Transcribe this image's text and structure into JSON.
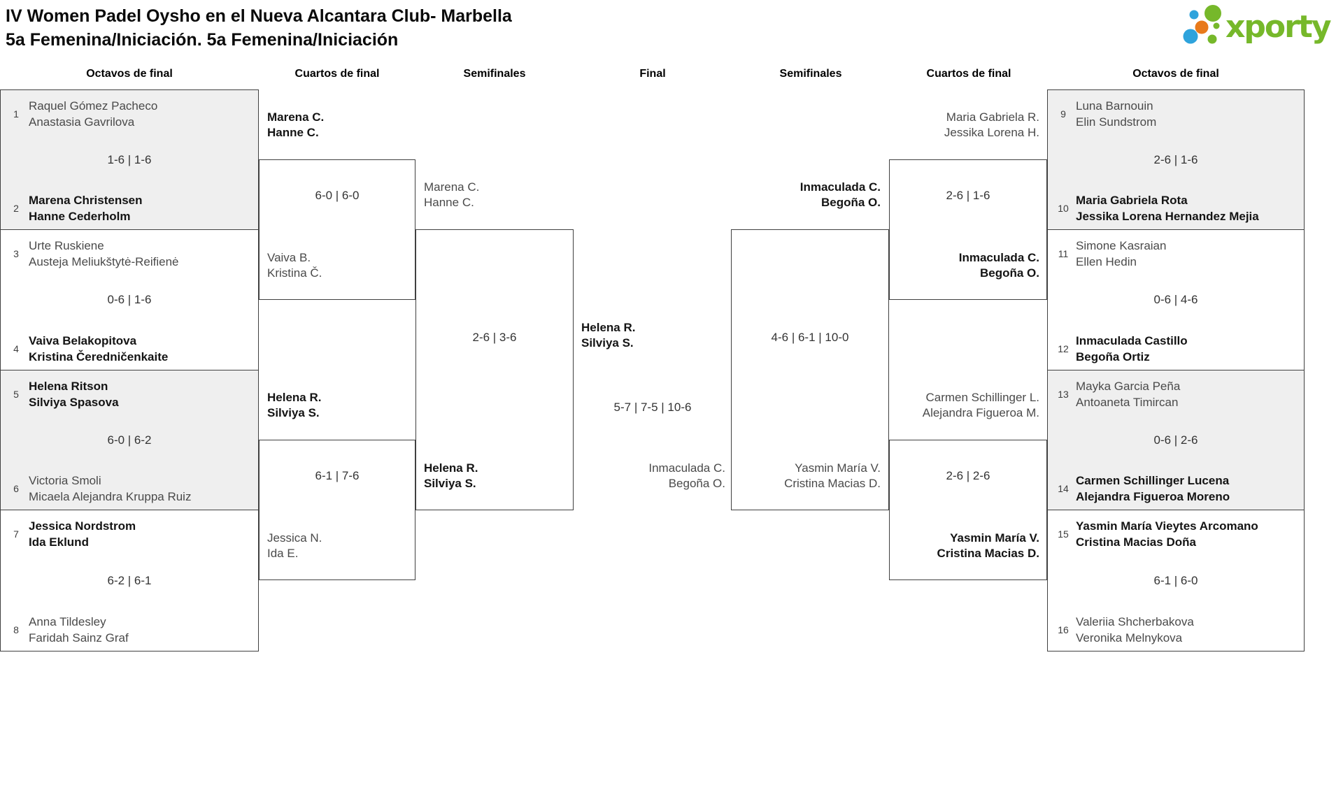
{
  "title": {
    "line1": "IV Women Padel Oysho en el Nueva Alcantara Club- Marbella",
    "line2": "5a Femenina/Iniciación. 5a Femenina/Iniciación"
  },
  "logo": {
    "text": "xporty"
  },
  "colors": {
    "green": "#76b82a",
    "blue": "#2ea3dc",
    "orange": "#e87a1b"
  },
  "round_headers": {
    "octavos_left": "Octavos de final",
    "cuartos_left": "Cuartos de final",
    "semi_left": "Semifinales",
    "final": "Final",
    "semi_right": "Semifinales",
    "cuartos_right": "Cuartos de final",
    "octavos_right": "Octavos de final"
  },
  "octavos_left": [
    {
      "seed_top": "1",
      "team_top": [
        "Raquel Gómez Pacheco",
        "Anastasia Gavrilova"
      ],
      "top_winner": false,
      "score": "1-6 | 1-6",
      "seed_bottom": "2",
      "team_bottom": [
        "Marena Christensen",
        "Hanne Cederholm"
      ],
      "bottom_winner": true
    },
    {
      "seed_top": "3",
      "team_top": [
        "Urte Ruskiene",
        "Austeja Meliukštytė-Reifienė"
      ],
      "top_winner": false,
      "score": "0-6 | 1-6",
      "seed_bottom": "4",
      "team_bottom": [
        "Vaiva Belakopitova",
        "Kristina Čeredničenkaite"
      ],
      "bottom_winner": true
    },
    {
      "seed_top": "5",
      "team_top": [
        "Helena Ritson",
        "Silviya Spasova"
      ],
      "top_winner": true,
      "score": "6-0 | 6-2",
      "seed_bottom": "6",
      "team_bottom": [
        "Victoria Smoli",
        "Micaela Alejandra Kruppa Ruiz"
      ],
      "bottom_winner": false
    },
    {
      "seed_top": "7",
      "team_top": [
        "Jessica Nordstrom",
        "Ida Eklund"
      ],
      "top_winner": true,
      "score": "6-2 | 6-1",
      "seed_bottom": "8",
      "team_bottom": [
        "Anna Tildesley",
        "Faridah Sainz Graf"
      ],
      "bottom_winner": false
    }
  ],
  "octavos_right": [
    {
      "seed_top": "9",
      "team_top": [
        "Luna Barnouin",
        "Elin Sundstrom"
      ],
      "top_winner": false,
      "score": "2-6 | 1-6",
      "seed_bottom": "10",
      "team_bottom": [
        "Maria Gabriela Rota",
        "Jessika Lorena Hernandez Mejia"
      ],
      "bottom_winner": true
    },
    {
      "seed_top": "11",
      "team_top": [
        "Simone Kasraian",
        "Ellen Hedin"
      ],
      "top_winner": false,
      "score": "0-6 | 4-6",
      "seed_bottom": "12",
      "team_bottom": [
        "Inmaculada Castillo",
        "Begoña Ortiz"
      ],
      "bottom_winner": true
    },
    {
      "seed_top": "13",
      "team_top": [
        "Mayka Garcia Peña",
        "Antoaneta Timircan"
      ],
      "top_winner": false,
      "score": "0-6 | 2-6",
      "seed_bottom": "14",
      "team_bottom": [
        "Carmen Schillinger Lucena",
        "Alejandra Figueroa Moreno"
      ],
      "bottom_winner": true
    },
    {
      "seed_top": "15",
      "team_top": [
        "Yasmin María Vieytes Arcomano",
        "Cristina Macias Doña"
      ],
      "top_winner": true,
      "score": "6-1 | 6-0",
      "seed_bottom": "16",
      "team_bottom": [
        "Valeriia Shcherbakova",
        "Veronika Melnykova"
      ],
      "bottom_winner": false
    }
  ],
  "cuartos_left": [
    {
      "team_top": [
        "Marena C.",
        "Hanne C."
      ],
      "top_winner": true,
      "score": "6-0 | 6-0",
      "team_bottom": [
        "Vaiva B.",
        "Kristina Č."
      ],
      "bottom_winner": false
    },
    {
      "team_top": [
        "Helena R.",
        "Silviya S."
      ],
      "top_winner": true,
      "score": "6-1 | 7-6",
      "team_bottom": [
        "Jessica N.",
        "Ida E."
      ],
      "bottom_winner": false
    }
  ],
  "cuartos_right": [
    {
      "team_top": [
        "Maria Gabriela R.",
        "Jessika Lorena H."
      ],
      "top_winner": false,
      "score": "2-6 | 1-6",
      "team_bottom": [
        "Inmaculada C.",
        "Begoña O."
      ],
      "bottom_winner": true
    },
    {
      "team_top": [
        "Carmen Schillinger L.",
        "Alejandra Figueroa M."
      ],
      "top_winner": false,
      "score": "2-6 | 2-6",
      "team_bottom": [
        "Yasmin María V.",
        "Cristina Macias D."
      ],
      "bottom_winner": true
    }
  ],
  "semi_left": {
    "team_top": [
      "Marena C.",
      "Hanne C."
    ],
    "top_winner": false,
    "score": "2-6 | 3-6",
    "team_bottom": [
      "Helena R.",
      "Silviya S."
    ],
    "bottom_winner": true
  },
  "semi_right": {
    "team_top": [
      "Inmaculada C.",
      "Begoña O."
    ],
    "top_winner": true,
    "score": "4-6 | 6-1 | 10-0",
    "team_bottom": [
      "Yasmin María V.",
      "Cristina Macias D."
    ],
    "bottom_winner": false
  },
  "final": {
    "team_left": [
      "Helena R.",
      "Silviya S."
    ],
    "left_winner": true,
    "score": "5-7 | 7-5 | 10-6",
    "team_right": [
      "Inmaculada C.",
      "Begoña O."
    ],
    "right_winner": false
  }
}
